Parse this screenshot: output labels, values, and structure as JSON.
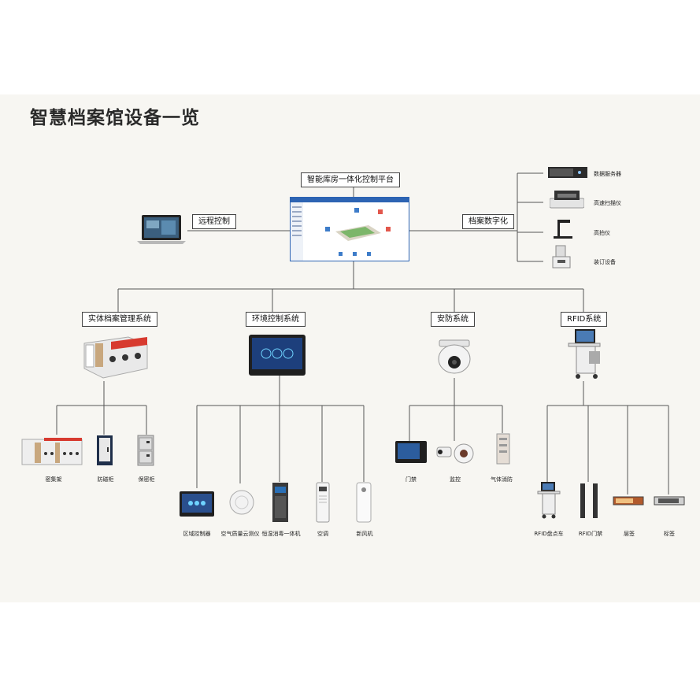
{
  "title": "智慧档案馆设备一览",
  "center": {
    "label": "智能库房一体化控制平台",
    "screen_title": "智能库房管理一体化控制平台"
  },
  "remote": {
    "label": "远程控制"
  },
  "digital": {
    "label": "档案数字化",
    "items": [
      "数据服务器",
      "高速扫描仪",
      "高拍仪",
      "装订设备"
    ]
  },
  "systems": [
    {
      "label": "实体档案管理系统",
      "devices": [
        "密集架",
        "防磁柜",
        "保密柜"
      ]
    },
    {
      "label": "环境控制系统",
      "devices": [
        "区域控制器",
        "空气质量云测仪",
        "恒湿消毒一体机",
        "空调",
        "新风机"
      ]
    },
    {
      "label": "安防系统",
      "devices": [
        "门禁",
        "监控",
        "气体消防"
      ]
    },
    {
      "label": "RFID系统",
      "devices": [
        "RFID盘点车",
        "RFID门禁",
        "层签",
        "标签"
      ]
    }
  ]
}
